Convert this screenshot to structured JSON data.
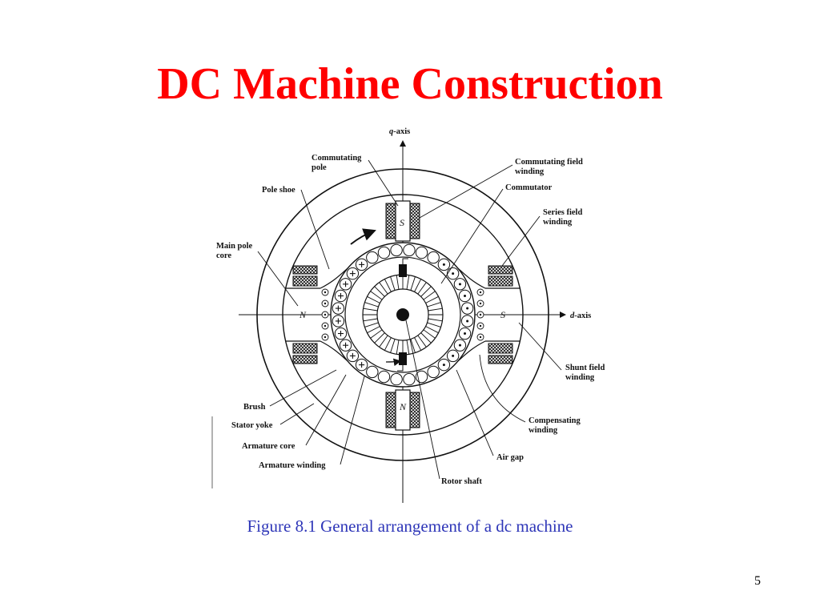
{
  "slide": {
    "title": "DC Machine Construction",
    "caption": "Figure 8.1 General arrangement of a dc machine",
    "page_number": "5"
  },
  "diagram": {
    "axes": {
      "q_prefix": "q",
      "q_suffix": "-axis",
      "d_prefix": "d",
      "d_suffix": "-axis"
    },
    "pole_letters": {
      "top": "S",
      "bottom": "N",
      "left": "N",
      "right": "S"
    },
    "labels": {
      "commutating_pole_1": "Commutating",
      "commutating_pole_2": "pole",
      "pole_shoe": "Pole shoe",
      "main_pole_core_1": "Main pole",
      "main_pole_core_2": "core",
      "brush": "Brush",
      "stator_yoke": "Stator yoke",
      "armature_core": "Armature core",
      "armature_winding": "Armature winding",
      "commutating_field_winding_1": "Commutating field",
      "commutating_field_winding_2": "winding",
      "commutator": "Commutator",
      "series_field_winding_1": "Series field",
      "series_field_winding_2": "winding",
      "shunt_field_winding_1": "Shunt field",
      "shunt_field_winding_2": "winding",
      "compensating_winding_1": "Compensating",
      "compensating_winding_2": "winding",
      "air_gap": "Air gap",
      "rotor_shaft": "Rotor shaft"
    },
    "colors": {
      "title": "#ff0000",
      "caption": "#2e36b8",
      "line": "#111111"
    }
  }
}
